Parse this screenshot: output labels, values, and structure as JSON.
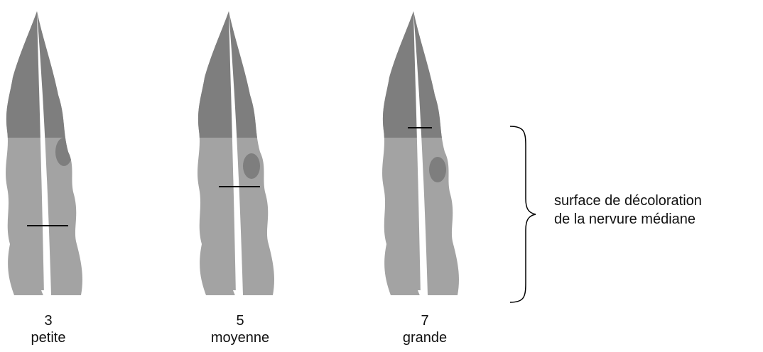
{
  "leaves": [
    {
      "score": "3",
      "label": "petite"
    },
    {
      "score": "5",
      "label": "moyenne"
    },
    {
      "score": "7",
      "label": "grande"
    }
  ],
  "annotation": {
    "line1": "surface de décoloration",
    "line2": "de la nervure médiane"
  },
  "colors": {
    "leaf_light": "#a3a3a3",
    "leaf_dark": "#7e7e7e",
    "midrib": "#ffffff",
    "marker": "#000000"
  }
}
